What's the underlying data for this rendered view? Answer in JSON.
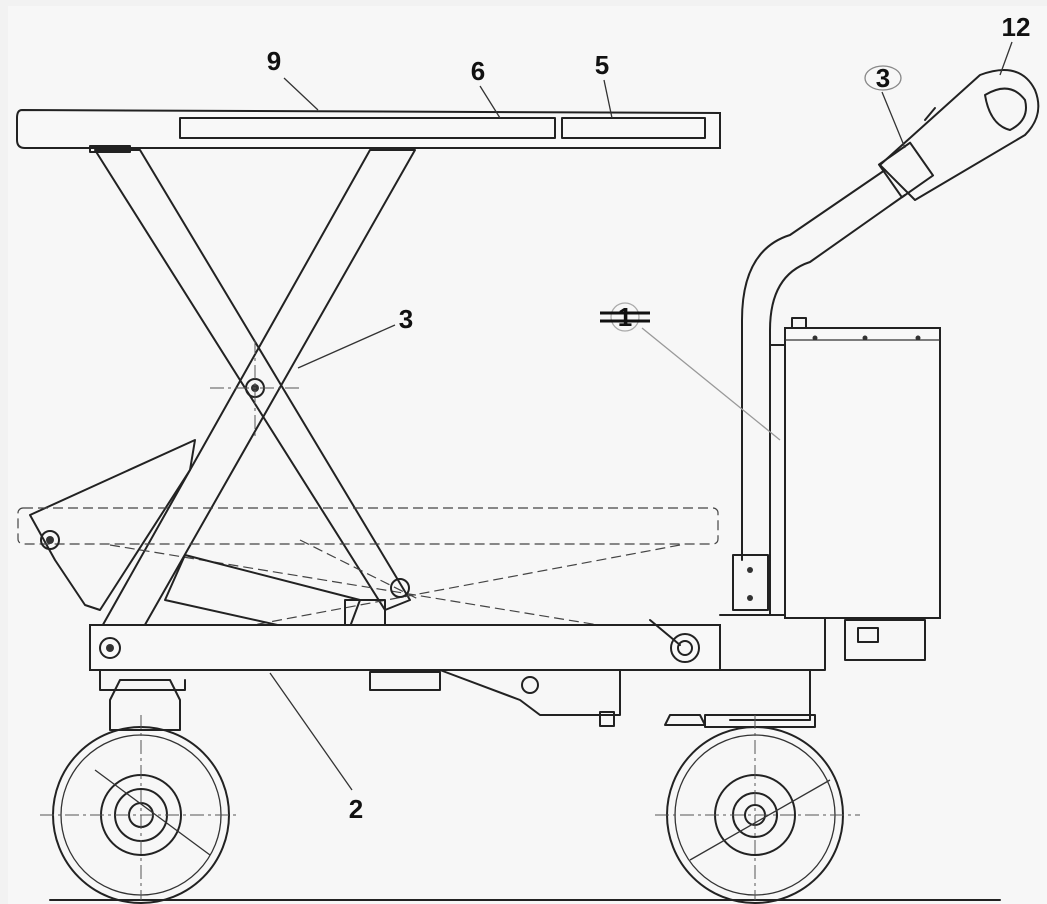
{
  "callouts": [
    {
      "id": "c9",
      "label": "9"
    },
    {
      "id": "c6",
      "label": "6"
    },
    {
      "id": "c5",
      "label": "5"
    },
    {
      "id": "c12",
      "label": "12"
    },
    {
      "id": "c3a",
      "label": "3"
    },
    {
      "id": "c3b",
      "label": "3"
    },
    {
      "id": "c1",
      "label": "1"
    },
    {
      "id": "c2",
      "label": "2"
    }
  ]
}
